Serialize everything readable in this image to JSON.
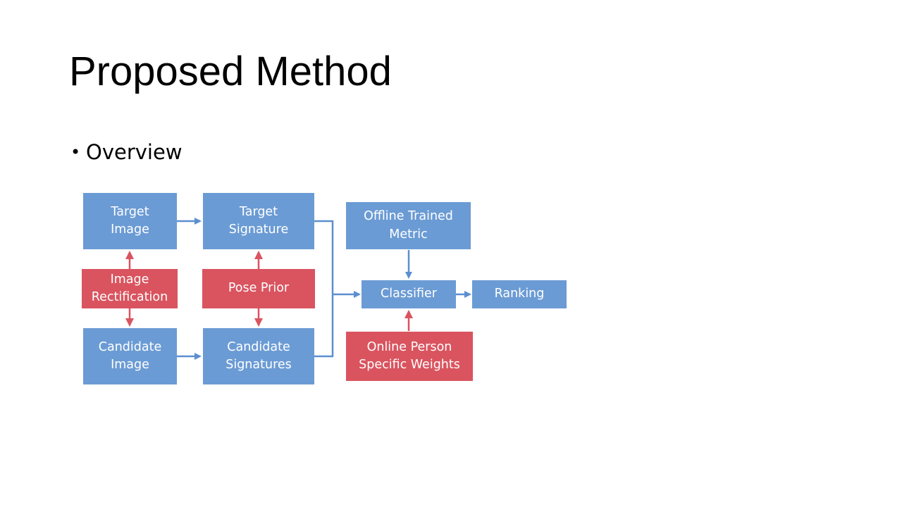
{
  "slide": {
    "title": "Proposed Method",
    "bullet": "Overview"
  },
  "diagram": {
    "nodes": {
      "target_image": "Target\nImage",
      "target_signature": "Target\nSignature",
      "image_rectification": "Image\nRectification",
      "pose_prior": "Pose Prior",
      "candidate_image": "Candidate\nImage",
      "candidate_signatures": "Candidate\nSignatures",
      "offline_metric": "Offline Trained\nMetric",
      "classifier": "Classifier",
      "ranking": "Ranking",
      "online_weights": "Online Person\nSpecific Weights"
    },
    "colors": {
      "blue": "#6b9bd4",
      "red": "#d9545f",
      "blue_arrow": "#5b8fd0",
      "red_arrow": "#d9545f"
    }
  }
}
